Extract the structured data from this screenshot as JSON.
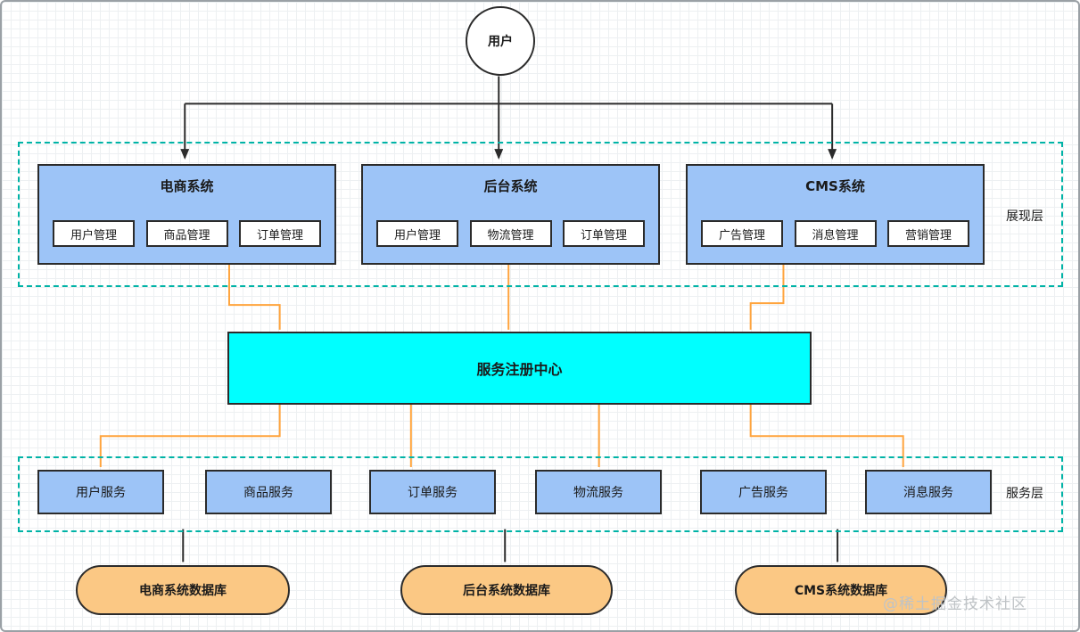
{
  "diagram": {
    "user_node": "用户",
    "presentation_layer": {
      "label": "展现层",
      "systems": [
        {
          "title": "电商系统",
          "modules": [
            "用户管理",
            "商品管理",
            "订单管理"
          ]
        },
        {
          "title": "后台系统",
          "modules": [
            "用户管理",
            "物流管理",
            "订单管理"
          ]
        },
        {
          "title": "CMS系统",
          "modules": [
            "广告管理",
            "消息管理",
            "营销管理"
          ]
        }
      ]
    },
    "registry": "服务注册中心",
    "service_layer": {
      "label": "服务层",
      "services": [
        "用户服务",
        "商品服务",
        "订单服务",
        "物流服务",
        "广告服务",
        "消息服务"
      ]
    },
    "databases": [
      "电商系统数据库",
      "后台系统数据库",
      "CMS系统数据库"
    ],
    "watermark": "@稀土掘金技术社区",
    "colors": {
      "system_fill": "#9dc4f7",
      "module_fill": "#ffffff",
      "registry_fill": "#00ffff",
      "database_fill": "#fbc884",
      "layer_border": "#00b3a6",
      "connector_orange": "#ffa43d",
      "connector_black": "#2b2b2b",
      "grid_line": "#e2e7ea"
    }
  }
}
